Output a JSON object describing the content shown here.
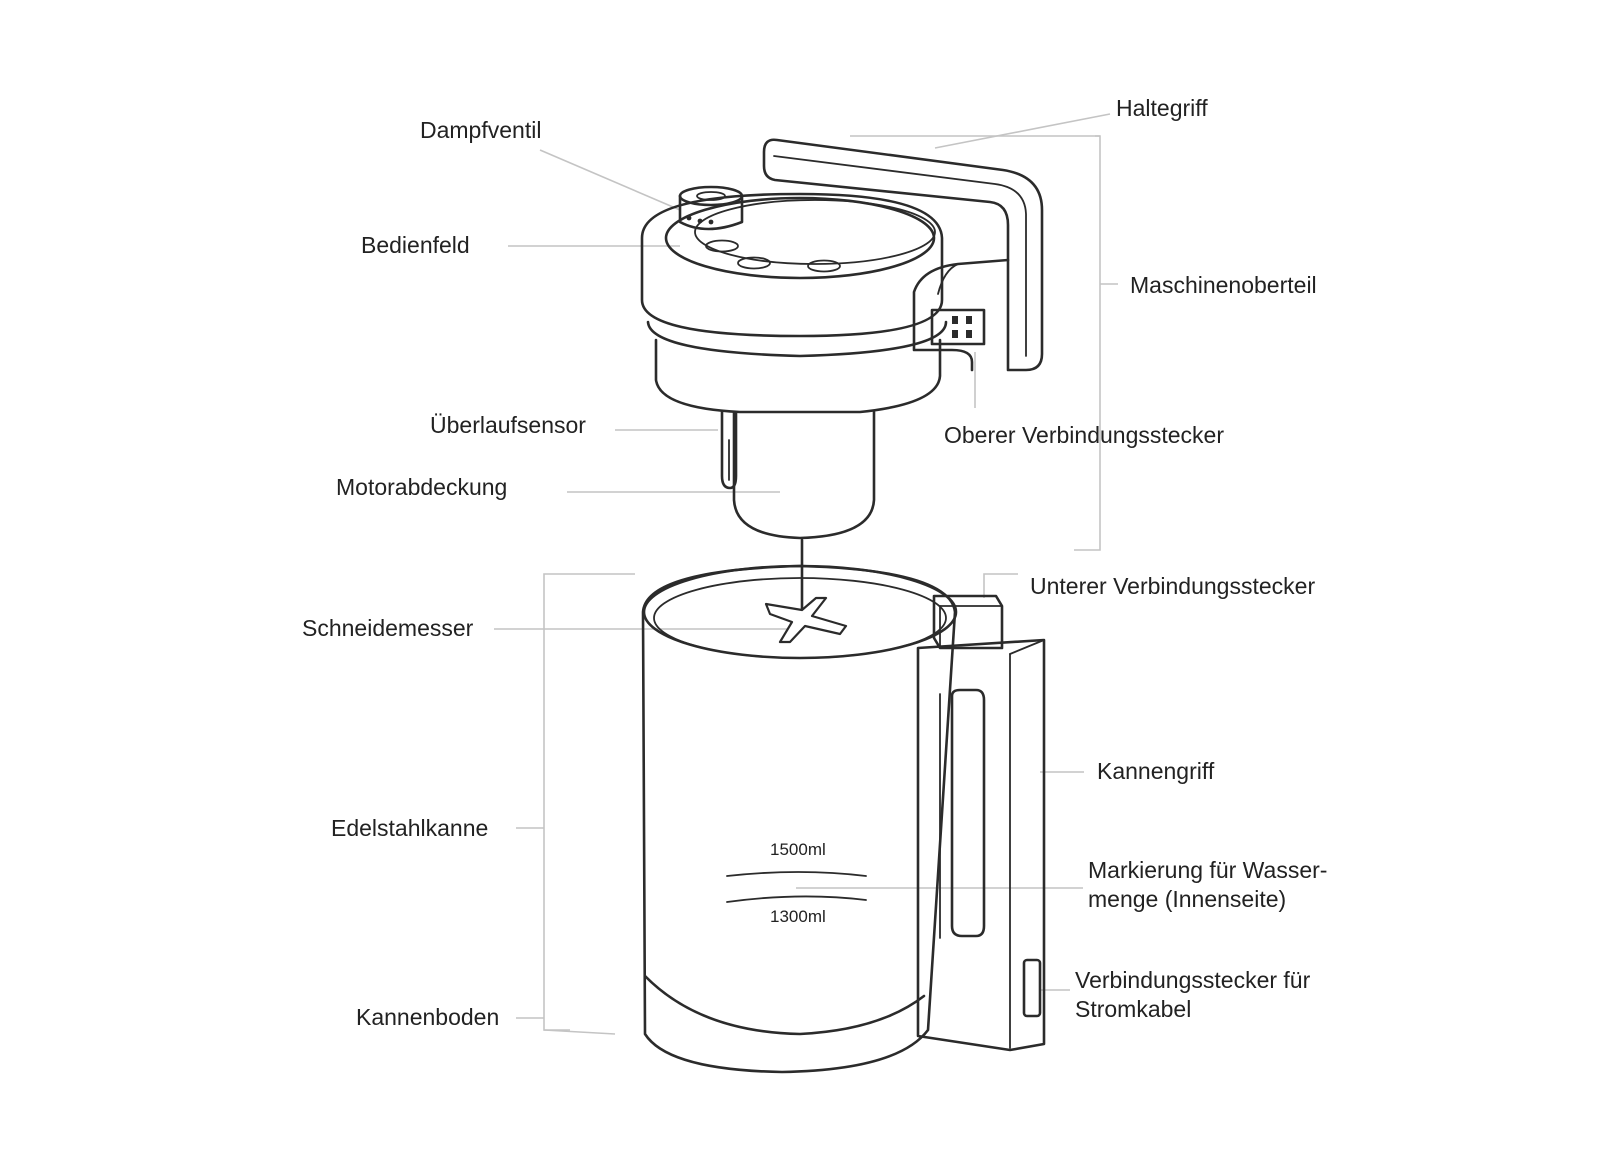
{
  "labels": {
    "dampfventil": "Dampfventil",
    "haltegriff": "Haltegriff",
    "bedienfeld": "Bedienfeld",
    "maschinenoberteil": "Maschinenoberteil",
    "ueberlaufsensor": "Überlaufsensor",
    "oberer_verbindungsstecker": "Oberer Verbindungsstecker",
    "motorabdeckung": "Motorabdeckung",
    "unterer_verbindungsstecker": "Unterer Verbindungsstecker",
    "schneidemesser": "Schneidemesser",
    "kannengriff": "Kannengriff",
    "edelstahlkanne": "Edelstahlkanne",
    "markierung_line1": "Markierung für Wasser-",
    "markierung_line2": "menge (Innenseite)",
    "stromkabel_line1": "Verbindungsstecker für",
    "stromkabel_line2": "Stromkabel",
    "kannenboden": "Kannenboden"
  },
  "markings": {
    "upper": "1500ml",
    "lower": "1300ml"
  },
  "colors": {
    "ink": "#2b2b2b",
    "leader": "#c4c4c4",
    "text": "#222222"
  }
}
